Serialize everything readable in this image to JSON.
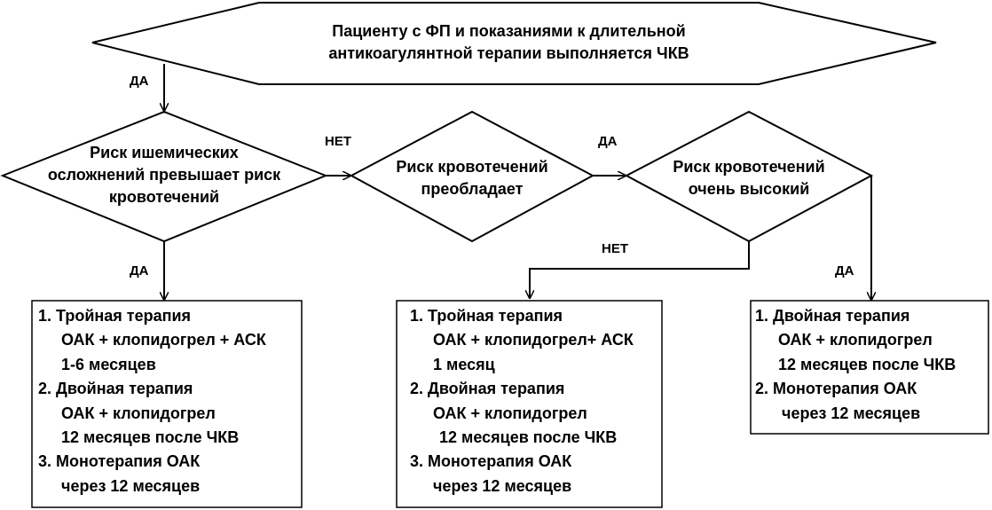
{
  "start": {
    "line1": "Пациенту с  ФП и показаниями к длительной",
    "line2": "антикоагулянтной терапии выполняется ЧКВ"
  },
  "decision_ischemic": {
    "line1": "Риск ишемических",
    "line2": "осложнений превышает риск",
    "line3": "кровотечений"
  },
  "decision_bleeding": {
    "line1": "Риск кровотечений",
    "line2": "преобладает"
  },
  "decision_very_high": {
    "line1": "Риск кровотечений",
    "line2": "очень высокий"
  },
  "labels": {
    "yes_start": "ДА",
    "no_ischemic": "НЕТ",
    "yes_bleeding": "ДА",
    "yes_ischemic": "ДА",
    "no_very_high": "НЕТ",
    "yes_very_high": "ДА"
  },
  "box_left": {
    "lines": [
      "1.  Тройная терапия",
      "ОАК + клопидогрел + АСК",
      "1-6 месяцев",
      "2. Двойная терапия",
      "ОАК + клопидогрел",
      "12 месяцев после ЧКВ",
      "3. Монотерапия ОАК",
      "через 12 месяцев"
    ]
  },
  "box_middle": {
    "lines": [
      "1. Тройная терапия",
      "ОАК + клопидогрел+ АСК",
      "1 месяц",
      "2.  Двойная терапия",
      "ОАК + клопидогрел",
      "12 месяцев после ЧКВ",
      "3.  Монотерапия ОАК",
      "через 12 месяцев"
    ]
  },
  "box_right": {
    "lines": [
      "1.  Двойная терапия",
      "ОАК + клопидогрел",
      "12 месяцев после ЧКВ",
      "2.  Монотерапия ОАК",
      "через 12 месяцев"
    ]
  }
}
